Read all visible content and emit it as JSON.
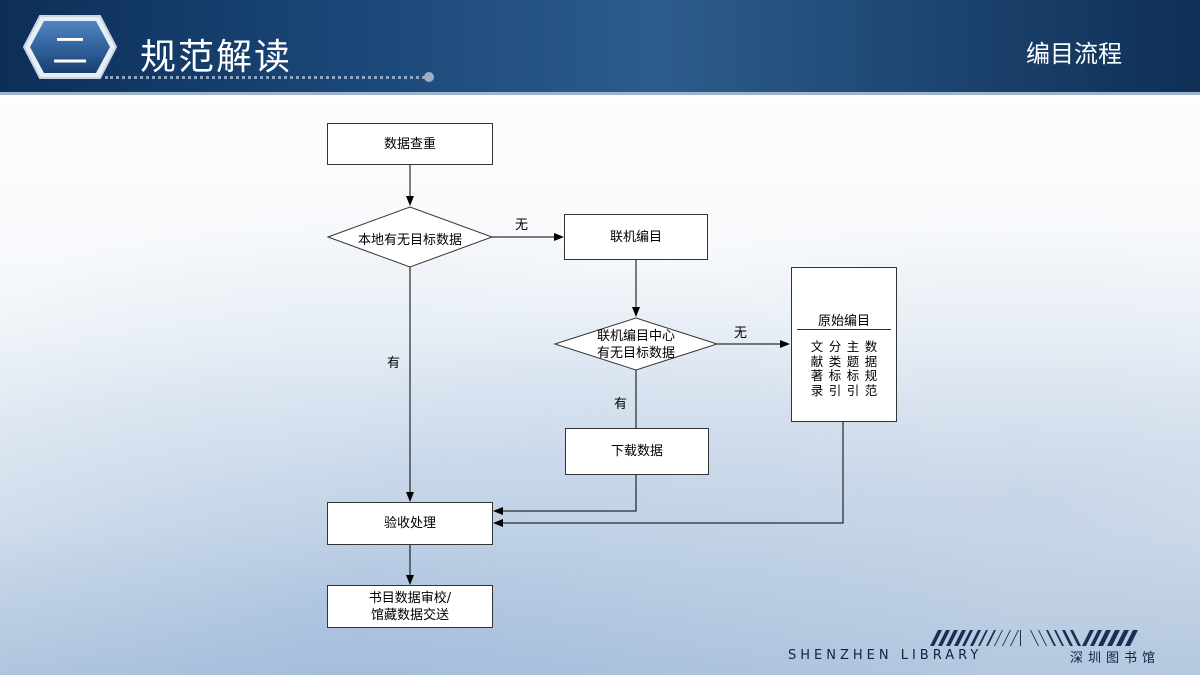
{
  "header": {
    "section_number": "二",
    "title": "规范解读",
    "subtitle": "编目流程"
  },
  "flow": {
    "check": "数据查重",
    "local_decision": "本地有无目标数据",
    "online": "联机编目",
    "center_decision_line1": "联机编目中心",
    "center_decision_line2": "有无目标数据",
    "download": "下载数据",
    "acceptance": "验收处理",
    "final_line1": "书目数据审校/",
    "final_line2": "馆藏数据交送",
    "original_title": "原始编目",
    "original_columns": [
      [
        "文",
        "献",
        "著",
        "录"
      ],
      [
        "分",
        "类",
        "标",
        "引"
      ],
      [
        "主",
        "题",
        "标",
        "引"
      ],
      [
        "数",
        "据",
        "规",
        "范"
      ]
    ],
    "label_no_1": "无",
    "label_no_2": "无",
    "label_yes_1": "有",
    "label_yes_2": "有"
  },
  "footer": {
    "library_en": "SHENZHEN LIBRARY",
    "library_cn": "深圳图书馆"
  }
}
